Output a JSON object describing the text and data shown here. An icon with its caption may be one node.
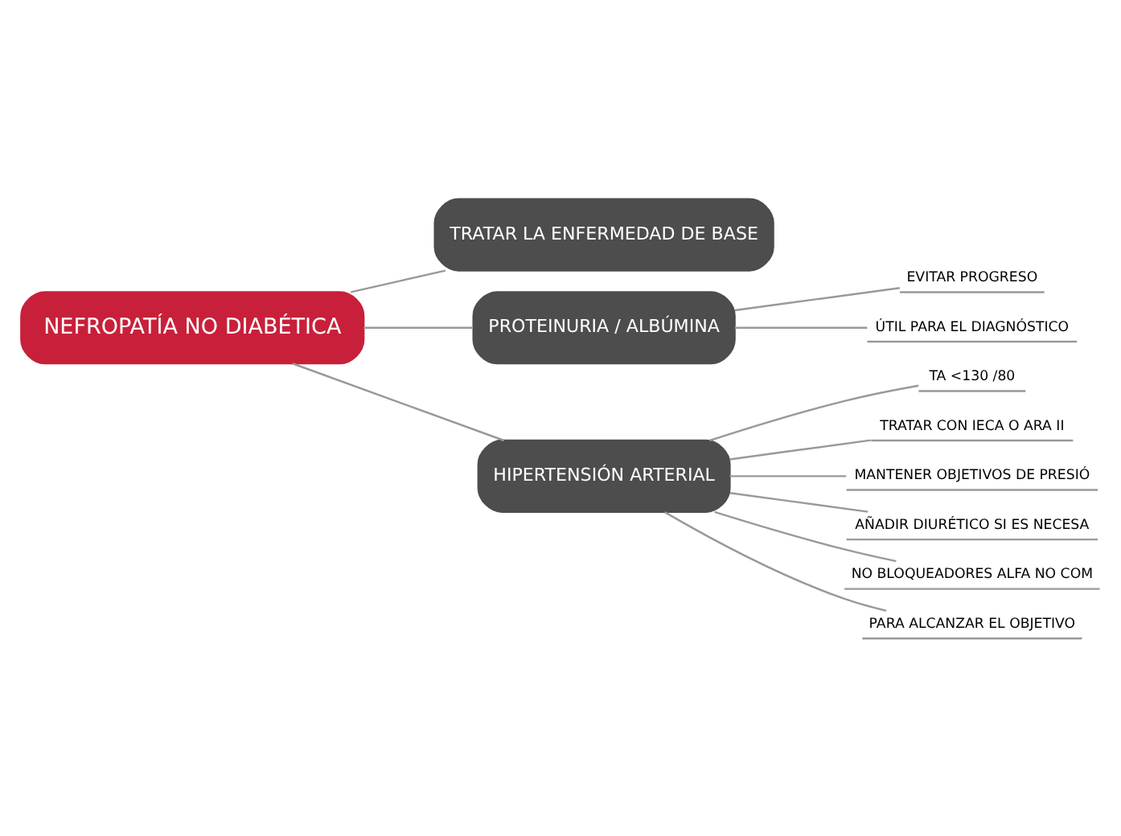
{
  "diagram": {
    "nodes": [
      {
        "text": [
          "NEFROPATÍA NO DIABÉTICA"
        ]
      },
      {
        "text": [
          "TRATAR LA ENFERMEDAD DE BASE"
        ]
      },
      {
        "text": [
          "PROTEINURIA / ALBÚMINA"
        ]
      },
      {
        "text": [
          "EVITAR PROGRESO"
        ]
      },
      {
        "text": [
          "ÚTIL PARA EL DIAGNÓSTICO"
        ]
      },
      {
        "text": [
          "HIPERTENSIÓN ARTERIAL"
        ]
      },
      {
        "text": [
          "TA <130 /80"
        ]
      },
      {
        "text": [
          "TRATAR CON IECA O ARA II"
        ]
      },
      {
        "text": [
          "MANTENER OBJETIVOS DE PRESIÓ"
        ]
      },
      {
        "text": [
          "AÑADIR DIURÉTICO SI ES NECESA"
        ]
      },
      {
        "text": [
          "NO BLOQUEADORES ALFA NO COM"
        ]
      },
      {
        "text": [
          "PARA ALCANZAR EL OBJETIVO"
        ]
      }
    ],
    "edges": [
      {
        "from": 0,
        "to": 1,
        "arrow": "none"
      },
      {
        "from": 0,
        "to": 2,
        "arrow": "none"
      },
      {
        "from": 0,
        "to": 5,
        "arrow": "none"
      },
      {
        "from": 2,
        "to": 3,
        "arrow": "none"
      },
      {
        "from": 2,
        "to": 4,
        "arrow": "none"
      },
      {
        "from": 5,
        "to": 6,
        "arrow": "none"
      },
      {
        "from": 5,
        "to": 7,
        "arrow": "none"
      },
      {
        "from": 5,
        "to": 8,
        "arrow": "none"
      },
      {
        "from": 5,
        "to": 9,
        "arrow": "none"
      },
      {
        "from": 5,
        "to": 10,
        "arrow": "none"
      },
      {
        "from": 5,
        "to": 11,
        "arrow": "none"
      }
    ]
  }
}
